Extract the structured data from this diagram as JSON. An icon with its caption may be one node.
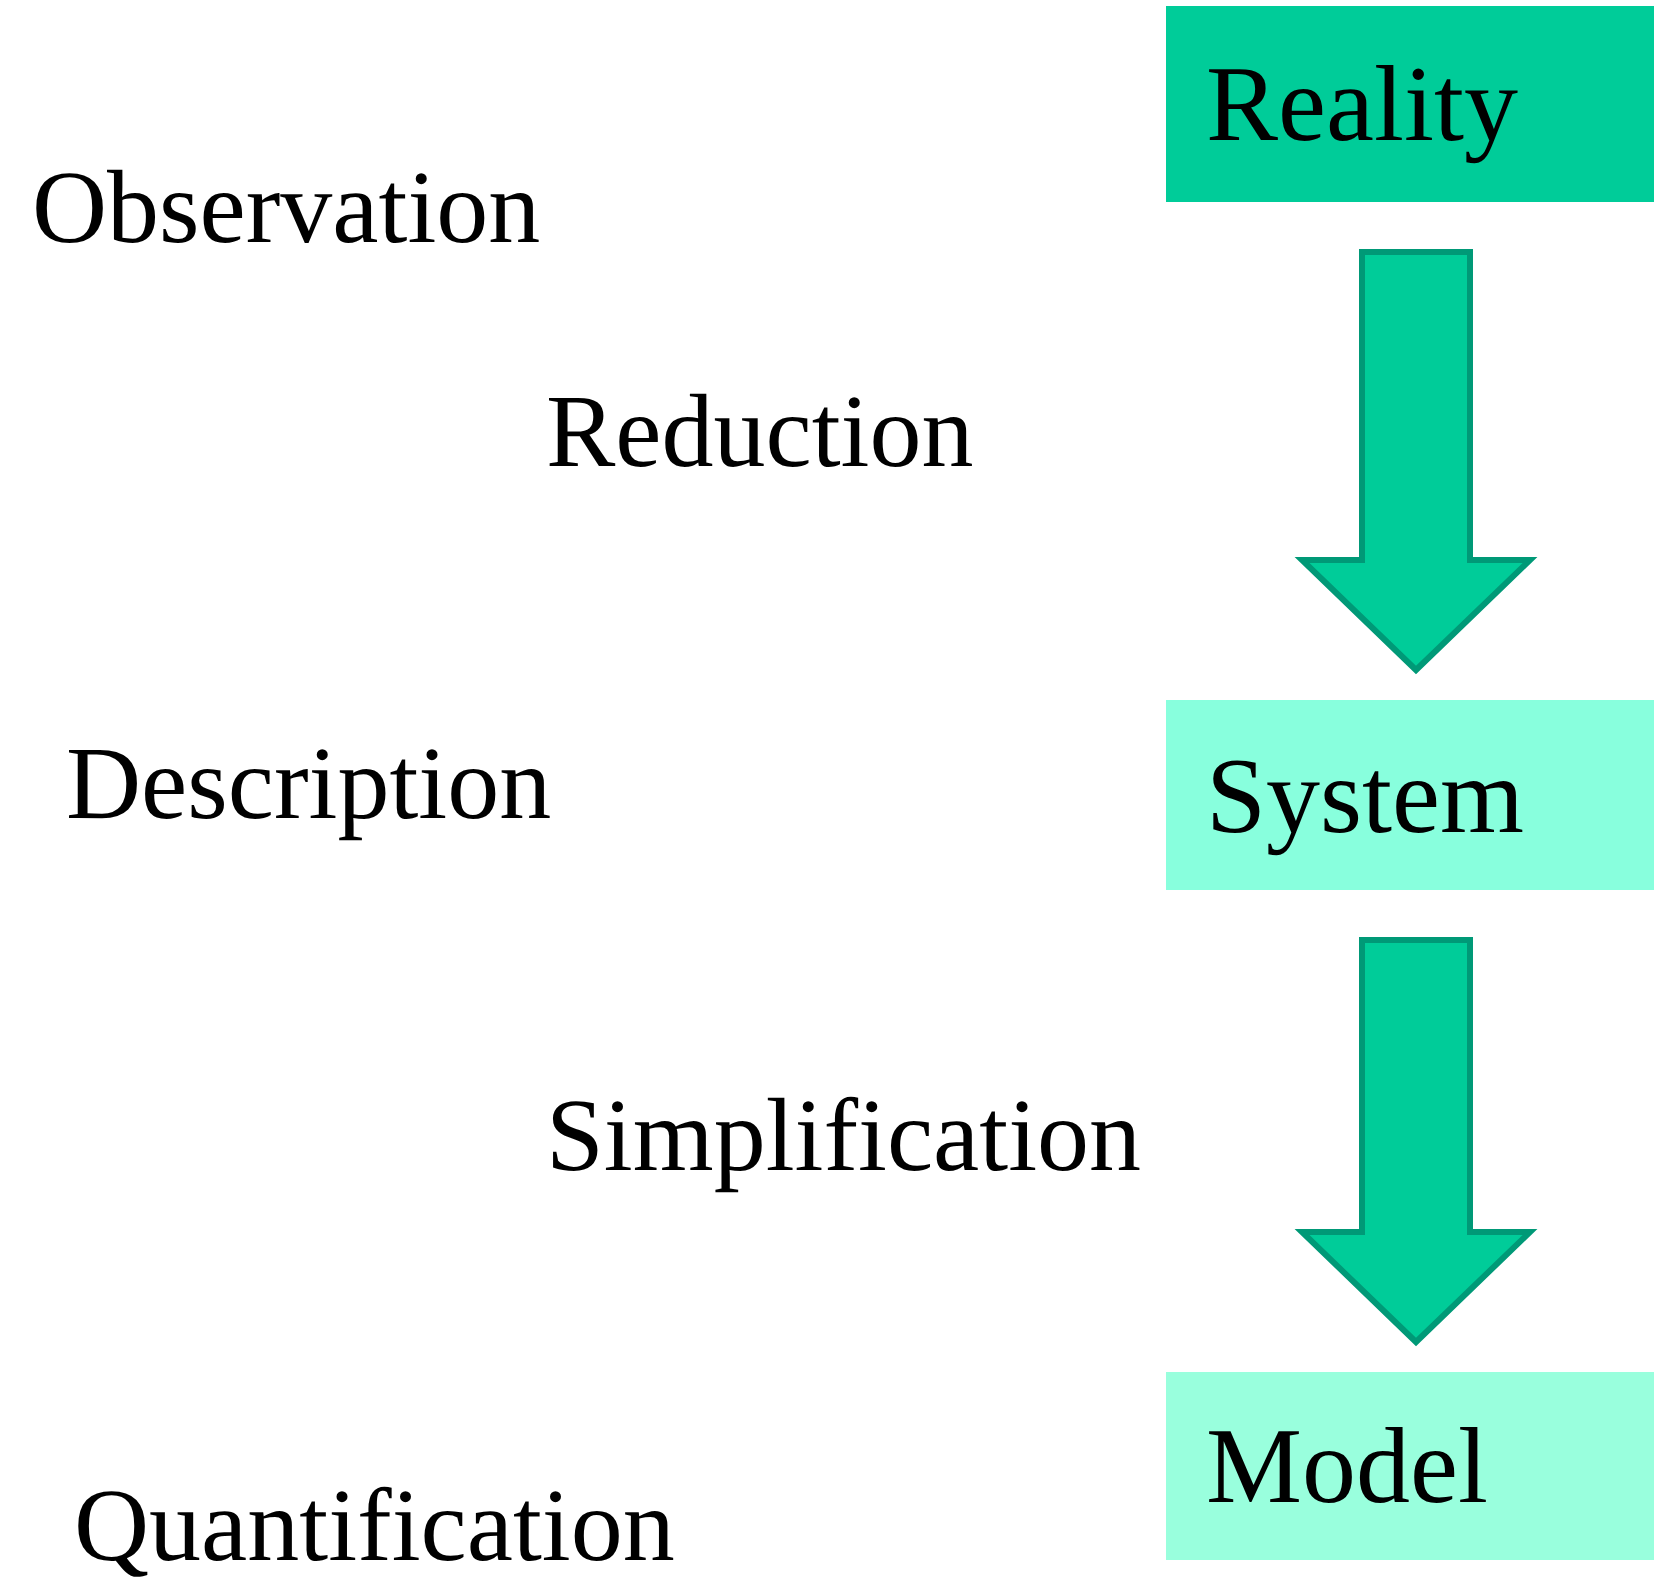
{
  "diagram": {
    "nodes": [
      {
        "text": [
          "Reality"
        ]
      },
      {
        "text": [
          "System"
        ]
      },
      {
        "text": [
          "Model"
        ]
      }
    ],
    "edges": [
      {
        "from": 0,
        "to": 1,
        "arrow": "to",
        "label": "Reduction"
      },
      {
        "from": 1,
        "to": 2,
        "arrow": "to",
        "label": "Simplification"
      }
    ],
    "labels": [
      "Observation",
      "Description",
      "Quantification"
    ]
  }
}
